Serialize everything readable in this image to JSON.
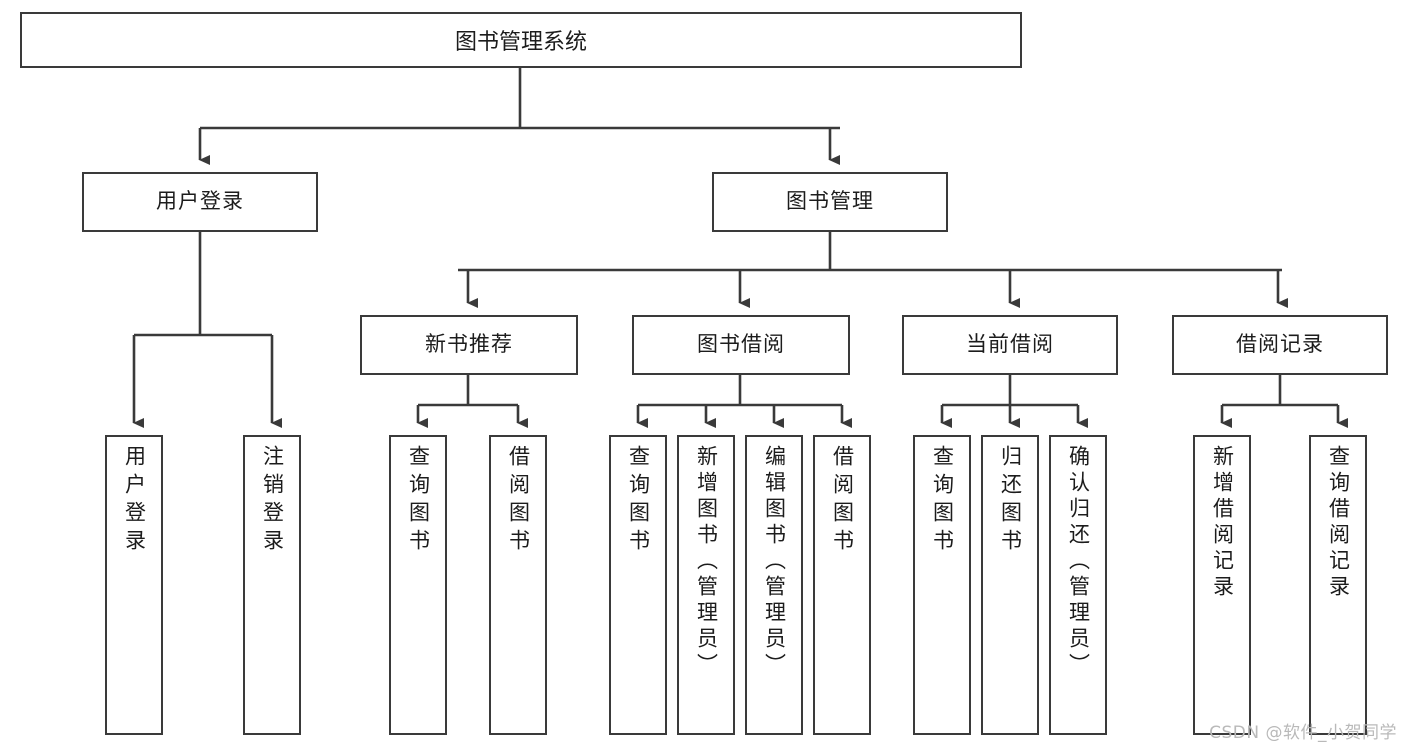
{
  "diagram": {
    "type": "tree",
    "title": "图书管理系统",
    "root": {
      "label": "图书管理系统"
    },
    "level2": [
      {
        "label": "用户登录"
      },
      {
        "label": "图书管理"
      }
    ],
    "level3": [
      {
        "label": "新书推荐"
      },
      {
        "label": "图书借阅"
      },
      {
        "label": "当前借阅"
      },
      {
        "label": "借阅记录"
      }
    ],
    "leaves": {
      "user_login": [
        {
          "label": "用户登录"
        },
        {
          "label": "注销登录"
        }
      ],
      "new_book_recommend": [
        {
          "label": "查询图书"
        },
        {
          "label": "借阅图书"
        }
      ],
      "book_borrow": [
        {
          "label": "查询图书"
        },
        {
          "label": "新增图书（管理员）"
        },
        {
          "label": "编辑图书（管理员）"
        },
        {
          "label": "借阅图书"
        }
      ],
      "current_borrow": [
        {
          "label": "查询图书"
        },
        {
          "label": "归还图书"
        },
        {
          "label": "确认归还（管理员）"
        }
      ],
      "borrow_record": [
        {
          "label": "新增借阅记录"
        },
        {
          "label": "查询借阅记录"
        }
      ]
    }
  },
  "watermark": {
    "text": "CSDN @软件_小贺同学"
  },
  "colors": {
    "stroke": "#3a3a3a",
    "text": "#1c1c1c",
    "background": "#ffffff",
    "watermark": "#b9b9b9"
  }
}
